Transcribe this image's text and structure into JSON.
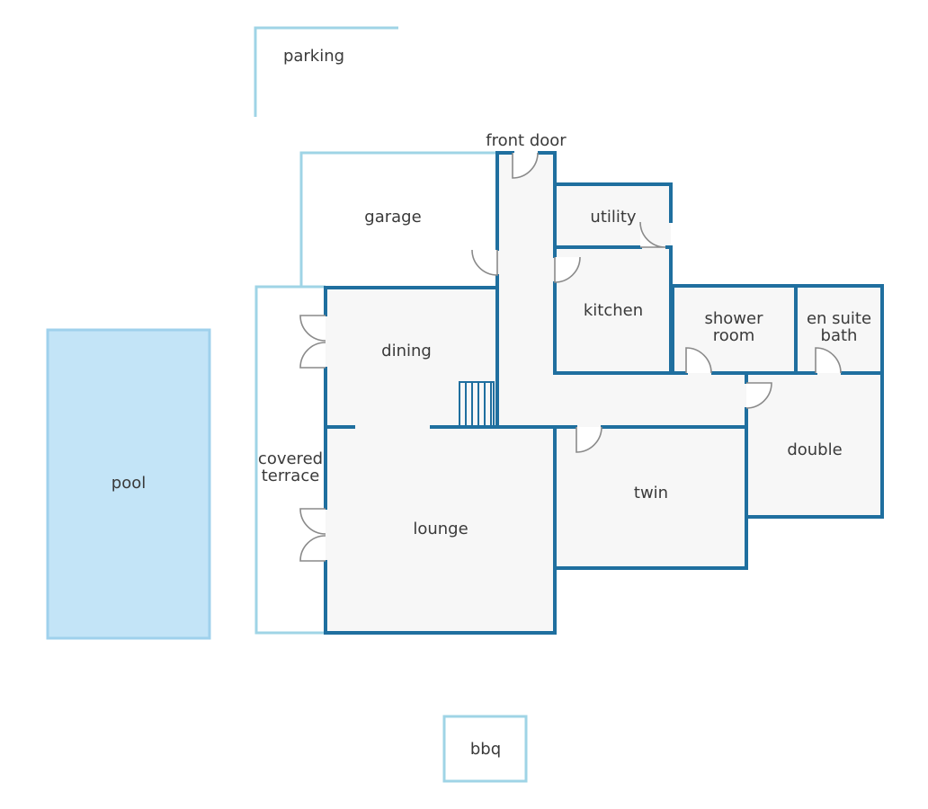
{
  "colors": {
    "wall": "#1f6f9f",
    "outline": "#9fd4e6",
    "room_fill": "#f7f7f7",
    "pool_fill": "#c3e4f7",
    "pool_border": "#9fd1ec",
    "door": "#8a8a8a",
    "label": "#3a3a3a"
  },
  "rooms": {
    "parking": "parking",
    "front_door": "front door",
    "garage": "garage",
    "utility": "utility",
    "kitchen": "kitchen",
    "shower_room": [
      "shower",
      "room"
    ],
    "en_suite_bath": [
      "en suite",
      "bath"
    ],
    "dining": "dining",
    "covered_terrace": [
      "covered",
      "terrace"
    ],
    "pool": "pool",
    "lounge": "lounge",
    "twin": "twin",
    "double": "double",
    "bbq": "bbq"
  }
}
